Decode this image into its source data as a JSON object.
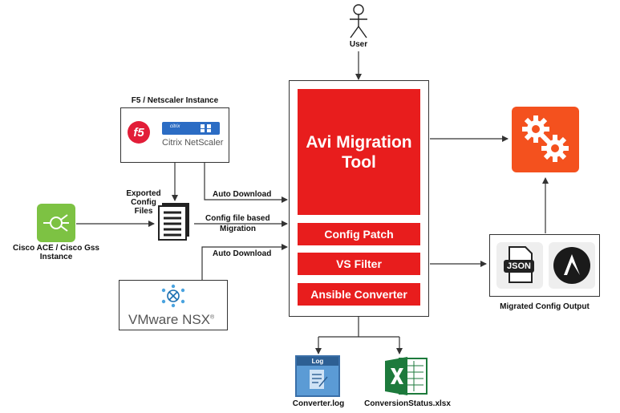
{
  "user": {
    "label": "User"
  },
  "tool": {
    "title_line1": "Avi Migration",
    "title_line2": "Tool",
    "buttons": [
      "Config Patch",
      "VS Filter",
      "Ansible Converter"
    ]
  },
  "f5_instance": {
    "label": "F5 / Netscaler Instance",
    "f5_logo_text": "f5",
    "citrix_small": "citrix",
    "citrix_text": "Citrix NetScaler"
  },
  "exported": {
    "label_lines": [
      "Exported",
      "Config",
      "Files"
    ]
  },
  "cisco": {
    "label_lines": [
      "Cisco ACE / Cisco Gss",
      "Instance"
    ]
  },
  "vmware": {
    "text": "VMware NSX",
    "reg": "®"
  },
  "arrows": {
    "auto_download_top": "Auto Download",
    "config_file_based_1": "Config file based",
    "config_file_based_2": "Migration",
    "auto_download_bottom": "Auto Download"
  },
  "output": {
    "label": "Migrated Config Output",
    "json_text": "JSON"
  },
  "files": {
    "log_label": "Converter.log",
    "log_badge": "Log",
    "xlsx_label": "ConversionStatus.xlsx"
  },
  "colors": {
    "red": "#e81d1d",
    "orange": "#f4511e",
    "green": "#7dc243",
    "excel_green": "#1d7a3c",
    "log_blue": "#4a90d9"
  }
}
